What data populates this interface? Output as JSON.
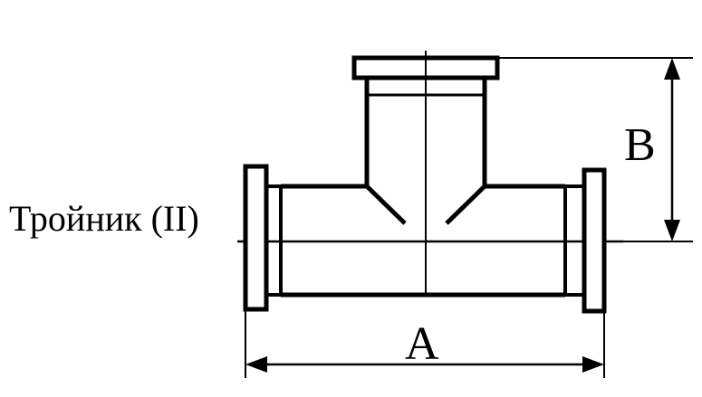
{
  "diagram": {
    "caption": "Тройник (II)",
    "dimension_a_label": "A",
    "dimension_b_label": "B",
    "stroke_color": "#000000",
    "background_color": "#ffffff"
  }
}
